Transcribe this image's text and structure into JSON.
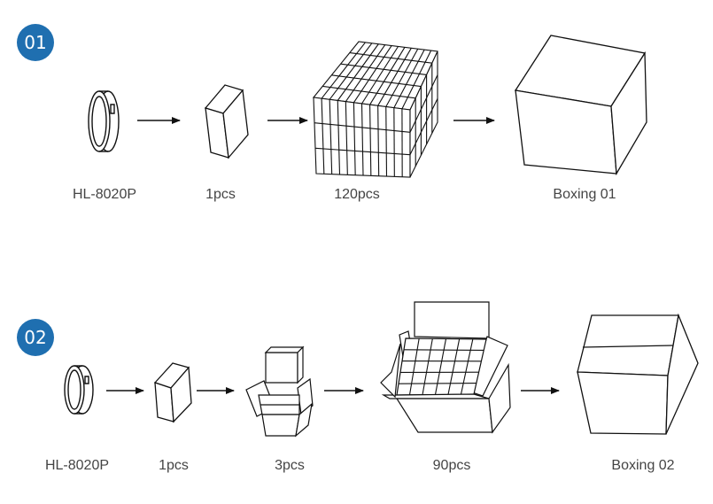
{
  "rows": [
    {
      "badge": "01",
      "labels": [
        "HL-8020P",
        "1pcs",
        "120pcs",
        "Boxing 01"
      ]
    },
    {
      "badge": "02",
      "labels": [
        "HL-8020P",
        "1pcs",
        "3pcs",
        "90pcs",
        "Boxing 02"
      ]
    }
  ],
  "colors": {
    "badge": "#1f6fb0",
    "line": "#111111"
  }
}
